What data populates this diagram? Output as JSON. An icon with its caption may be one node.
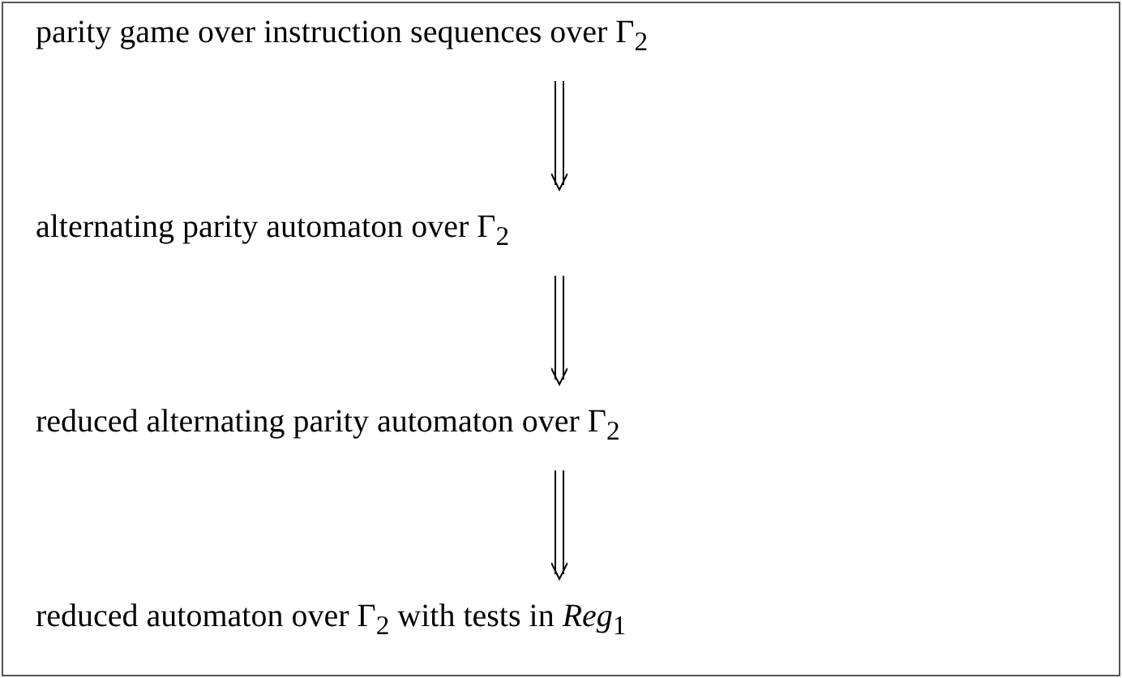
{
  "diagram": {
    "nodes": [
      {
        "text": [],
        "shape": "box"
      },
      {
        "text": [
          "parity game over instruction sequences over Γ$_{2}$"
        ],
        "in": 0
      },
      {
        "text": [
          "alternating parity automaton over Γ$_{2}$"
        ],
        "in": 0
      },
      {
        "text": [
          "reduced alternating parity automaton over Γ$_{2}$"
        ],
        "in": 0
      },
      {
        "text": [
          "reduced automaton over Γ$_{2}$ with tests in *Reg*$_{1}$"
        ],
        "in": 0
      }
    ],
    "edges": [
      {
        "from": 1,
        "to": 2,
        "arrow": "to"
      },
      {
        "from": 2,
        "to": 3,
        "arrow": "to"
      },
      {
        "from": 3,
        "to": 4,
        "arrow": "to"
      }
    ]
  }
}
